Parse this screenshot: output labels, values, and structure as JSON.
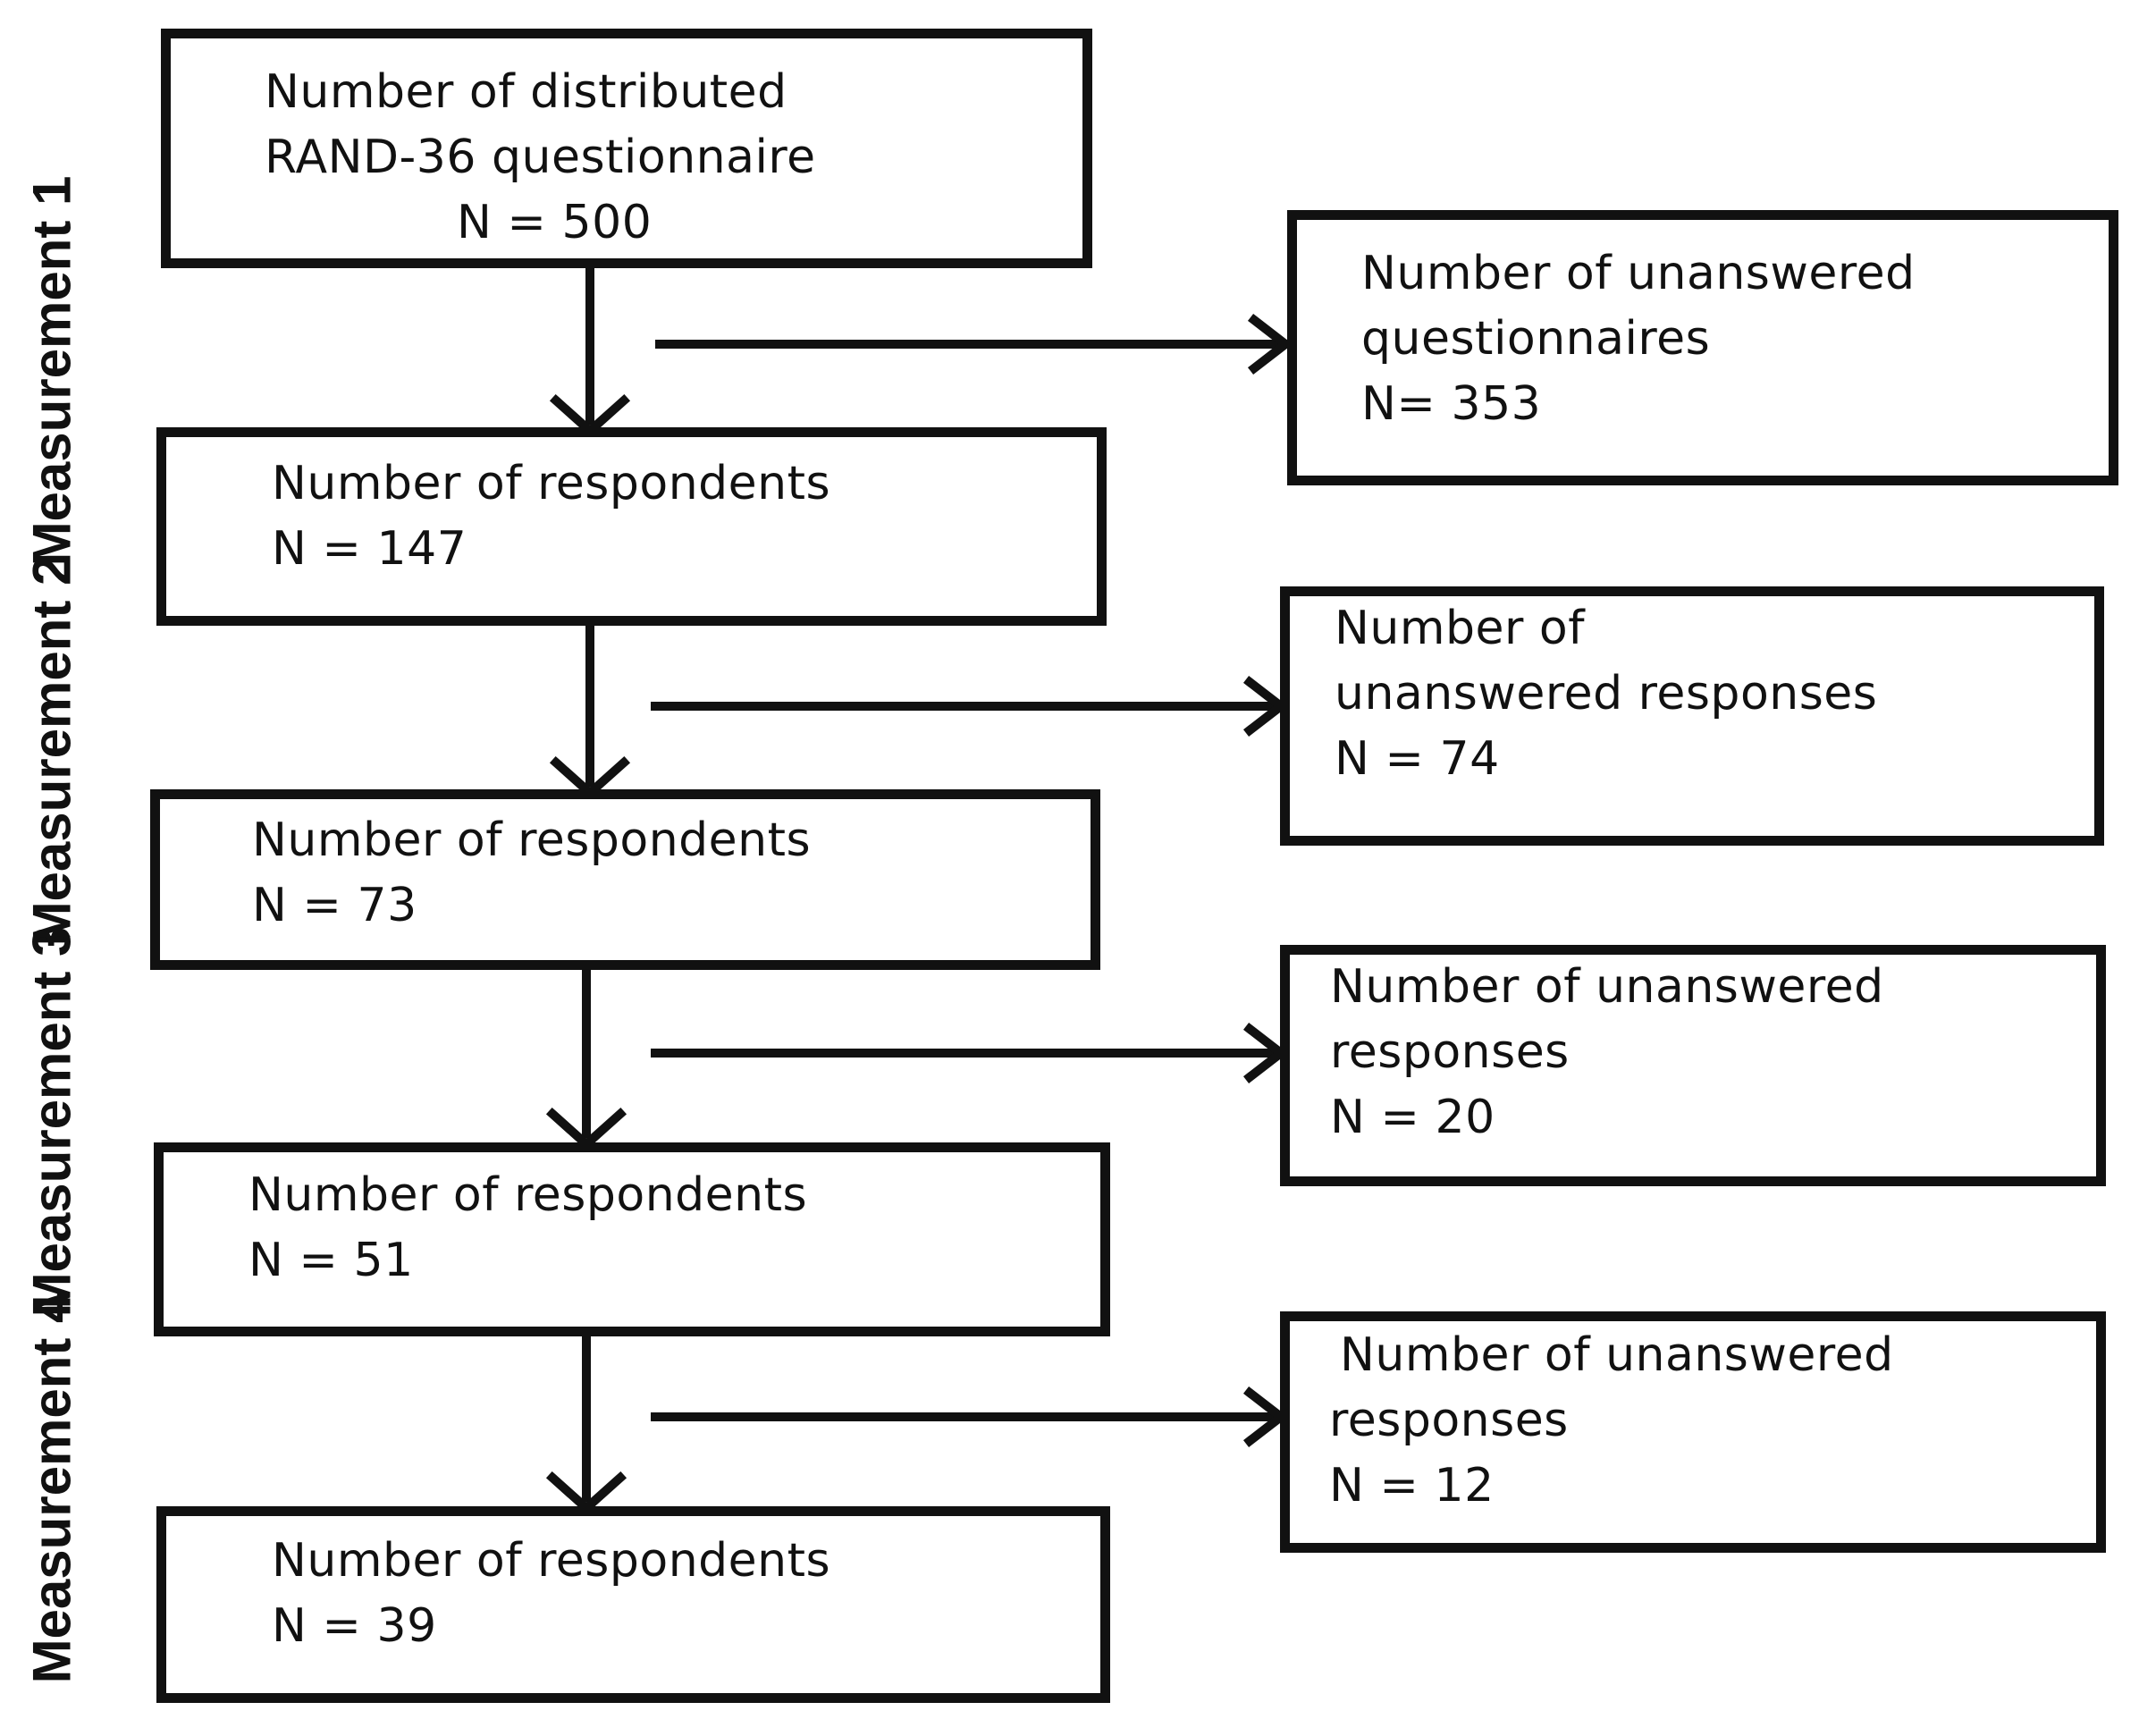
{
  "side_labels": {
    "m1": "Measurement 1",
    "m2": "Measurement 2",
    "m3": "Measurement 3",
    "m4": "Measurement 4"
  },
  "main_boxes": [
    {
      "lines": [
        "Number of distributed",
        "RAND-36 questionnaire"
      ],
      "count": "N = 500"
    },
    {
      "lines": [
        "Number of respondents"
      ],
      "count": "N = 147"
    },
    {
      "lines": [
        "Number of respondents"
      ],
      "count": "N = 73"
    },
    {
      "lines": [
        "Number of respondents"
      ],
      "count": "N = 51"
    },
    {
      "lines": [
        "Number of respondents"
      ],
      "count": "N = 39"
    }
  ],
  "side_boxes": [
    {
      "lines": [
        "Number of unanswered",
        "questionnaires"
      ],
      "count": "N= 353"
    },
    {
      "lines": [
        "Number of",
        "unanswered responses"
      ],
      "count": "N = 74"
    },
    {
      "lines": [
        "Number of unanswered",
        "responses"
      ],
      "count": "N = 20"
    },
    {
      "lines": [
        "Number of unanswered",
        "responses"
      ],
      "count": "N = 12"
    }
  ]
}
